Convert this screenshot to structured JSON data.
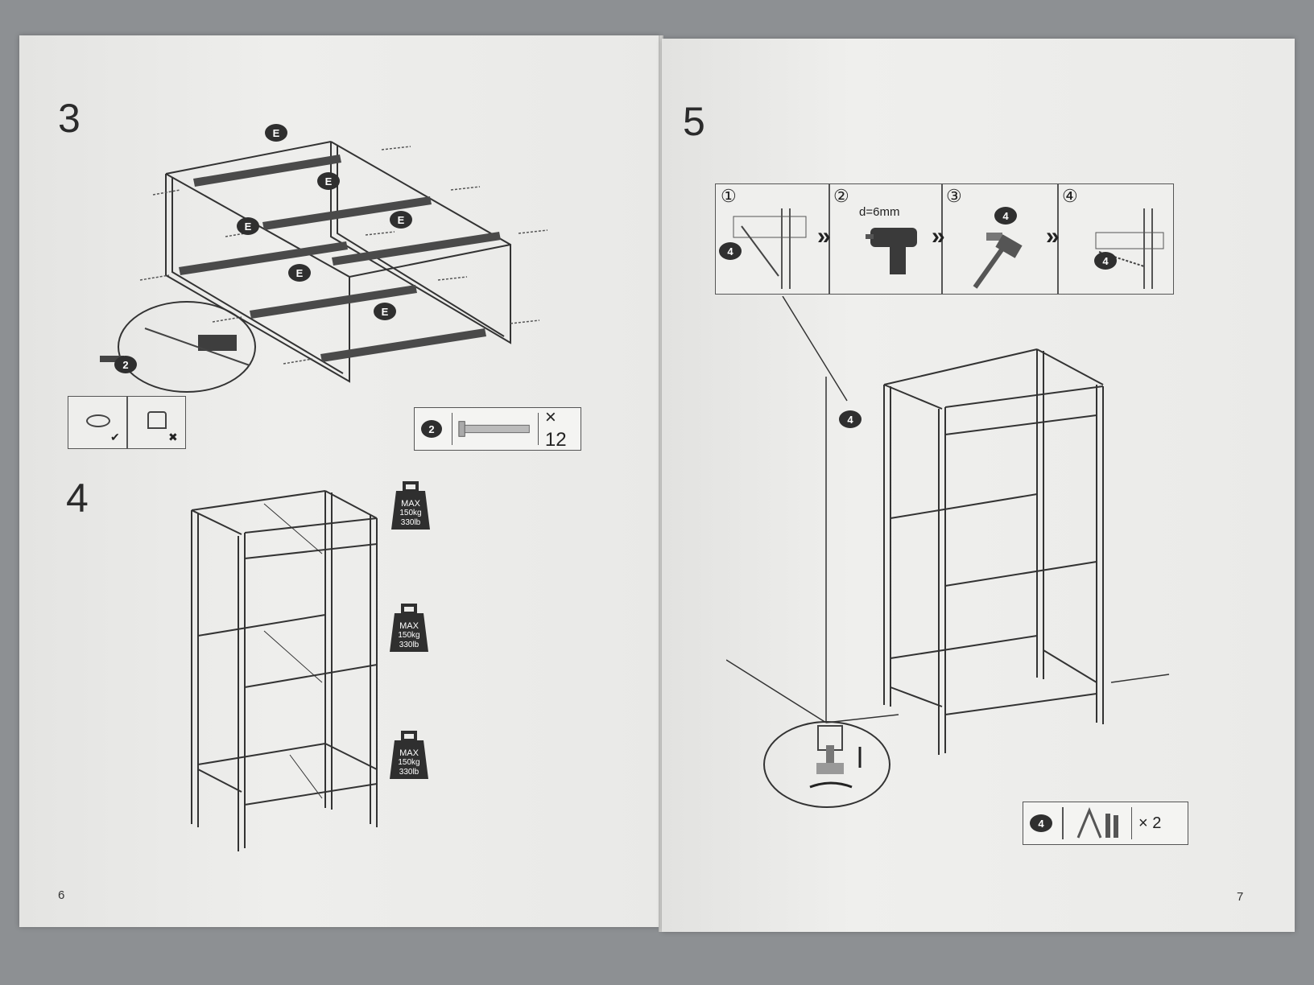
{
  "left_page": {
    "step3": {
      "number": "3",
      "part_label": "E",
      "screw_badge": "2",
      "hardware_box": {
        "badge": "2",
        "quantity": "× 12"
      }
    },
    "step4": {
      "number": "4",
      "weight_labels": [
        {
          "line1": "MAX",
          "line2": "150kg",
          "line3": "330lb"
        },
        {
          "line1": "MAX",
          "line2": "150kg",
          "line3": "330lb"
        },
        {
          "line1": "MAX",
          "line2": "150kg",
          "line3": "330lb"
        }
      ]
    },
    "page_number": "6"
  },
  "right_page": {
    "step5": {
      "number": "5",
      "substeps": [
        "①",
        "②",
        "③",
        "④"
      ],
      "drill_label": "d=6mm",
      "anchor_badge": "4",
      "hardware_box": {
        "badge": "4",
        "quantity": "× 2"
      }
    },
    "page_number": "7"
  },
  "colors": {
    "paper": "#ececea",
    "ink": "#2b2b2b",
    "background": "#8d9093"
  }
}
